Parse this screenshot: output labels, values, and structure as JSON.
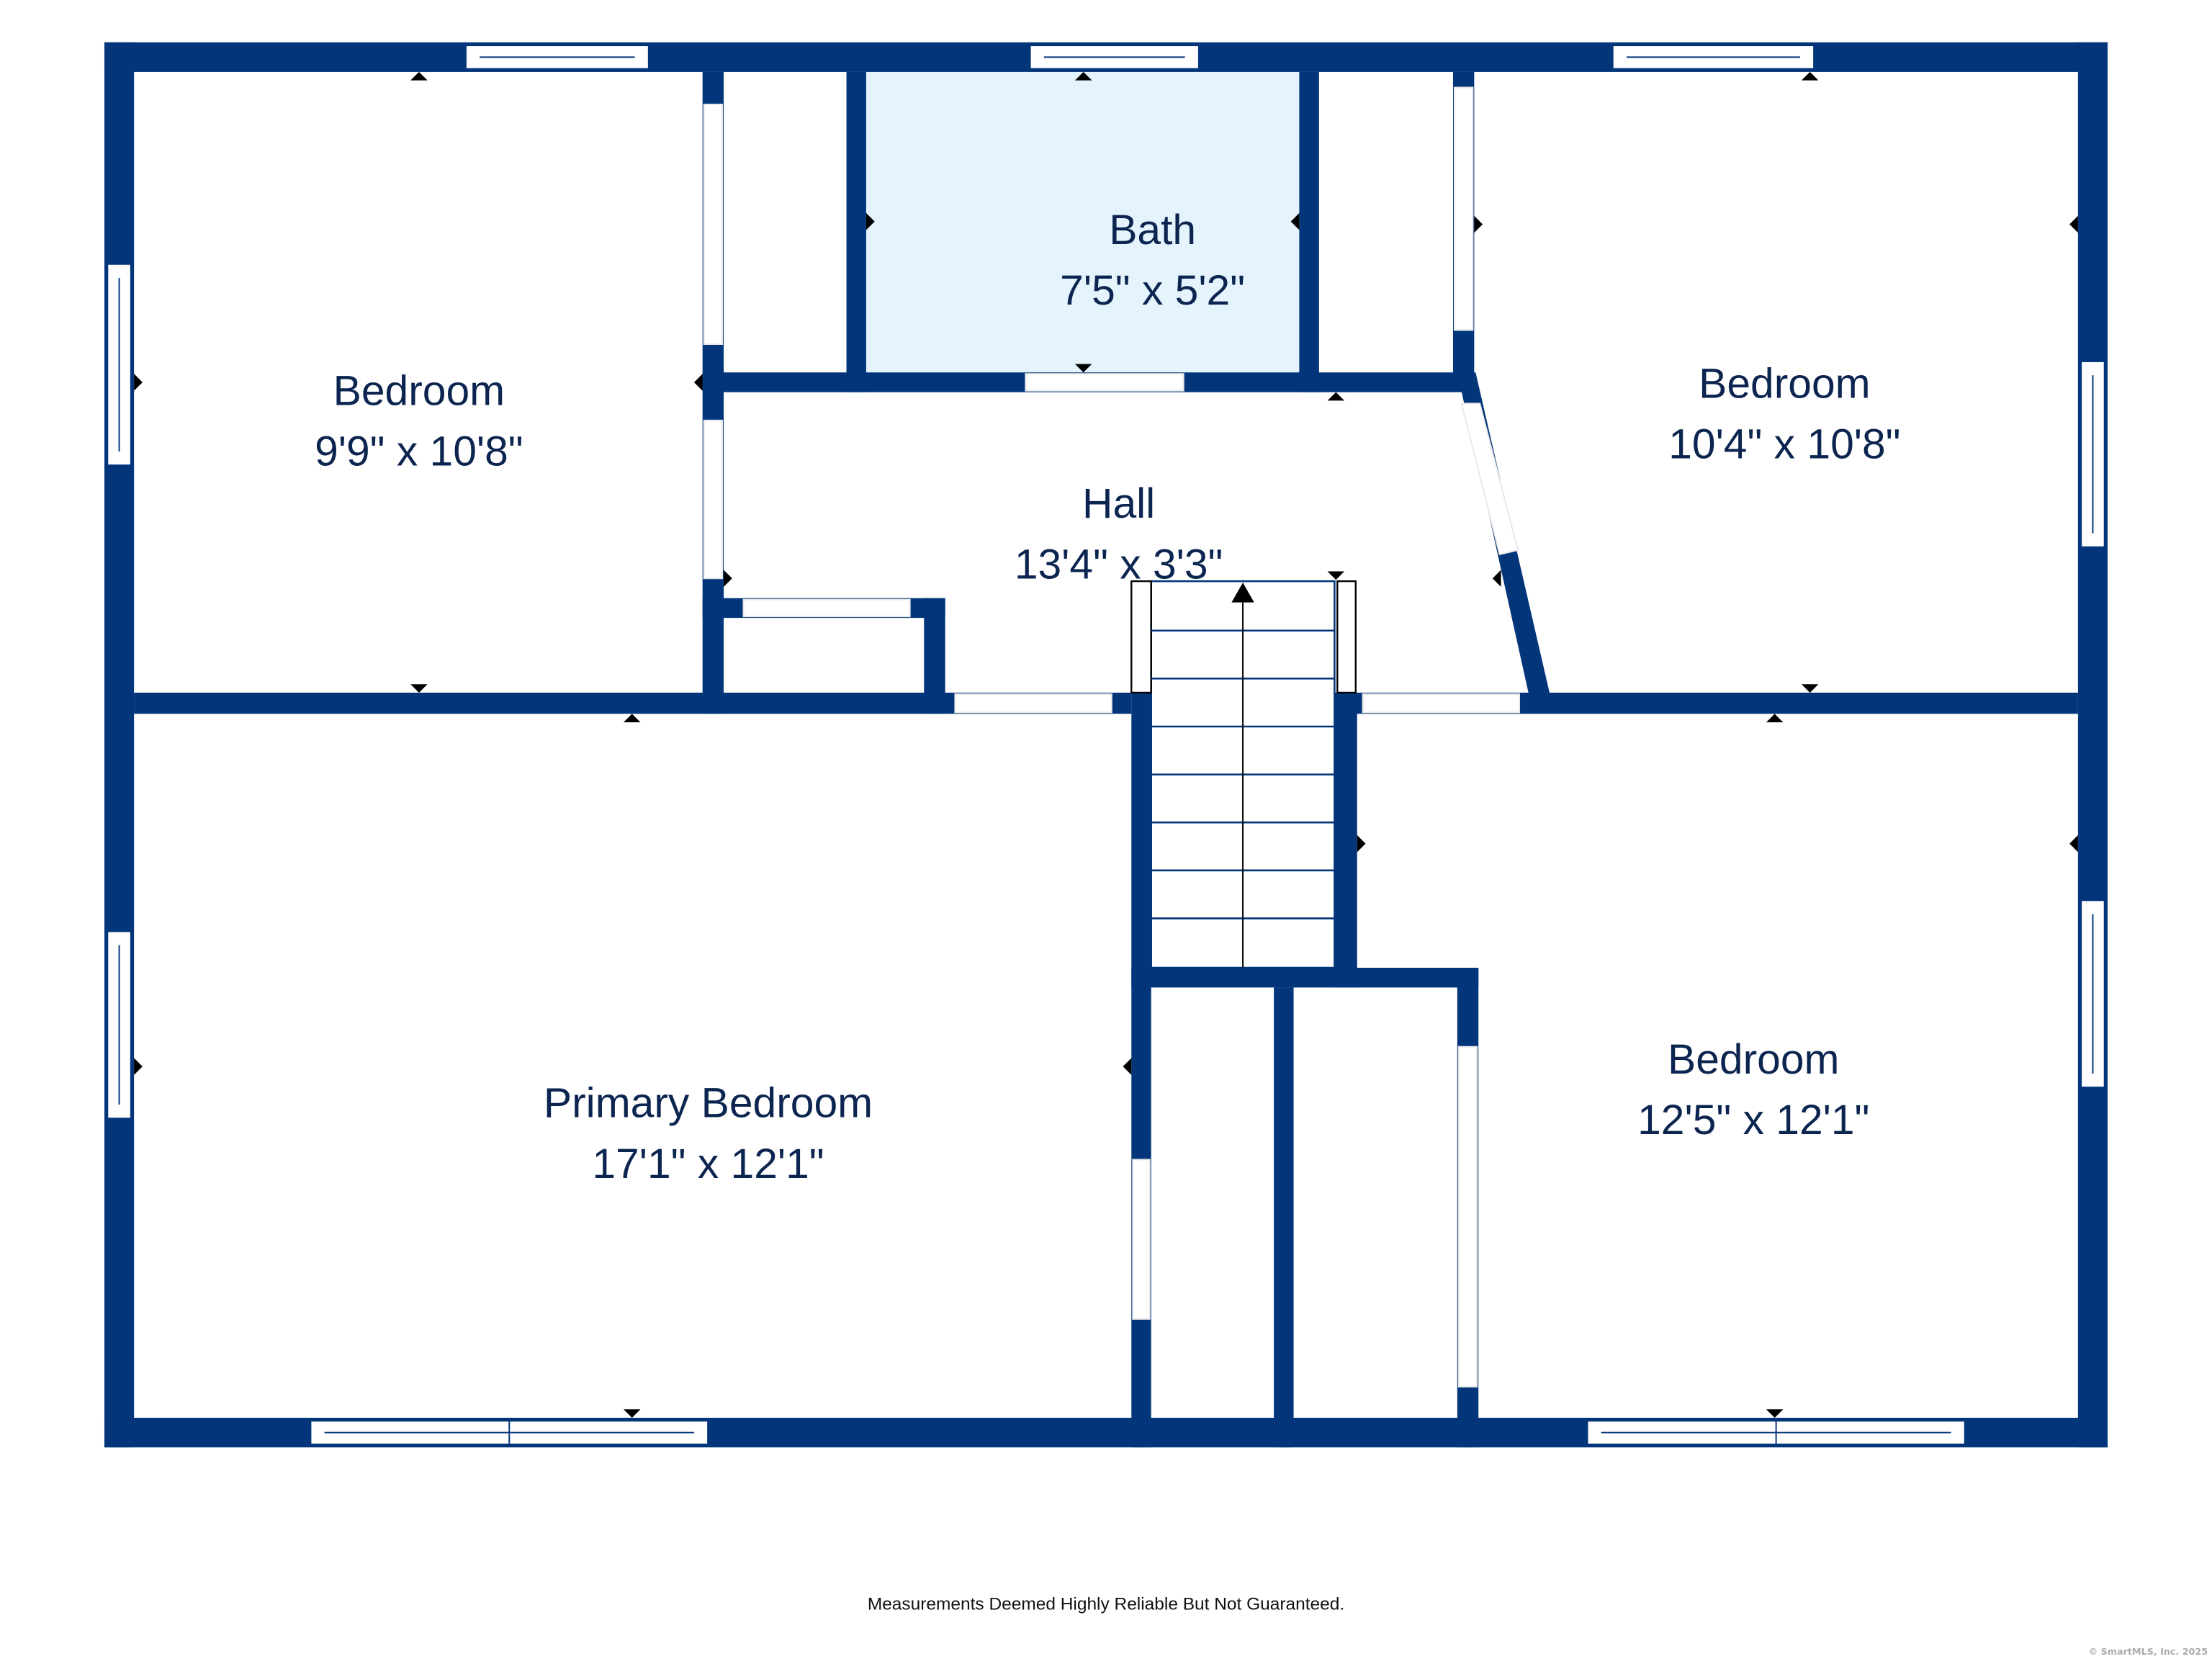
{
  "colors": {
    "wall": "#02357a",
    "bath_fill": "#e5f3fc",
    "label": "#0c2550"
  },
  "rooms": [
    {
      "name": "Bedroom",
      "dims": "9'9\" x 10'8\""
    },
    {
      "name": "Bath",
      "dims": "7'5\" x 5'2\""
    },
    {
      "name": "Bedroom",
      "dims": "10'4\" x 10'8\""
    },
    {
      "name": "Hall",
      "dims": "13'4\" x 3'3\""
    },
    {
      "name": "Primary Bedroom",
      "dims": "17'1\" x 12'1\""
    },
    {
      "name": "Bedroom",
      "dims": "12'5\" x 12'1\""
    }
  ],
  "footer": {
    "disclaimer": "Measurements Deemed Highly Reliable But Not Guaranteed.",
    "copyright": "© SmartMLS, Inc.  2025"
  }
}
